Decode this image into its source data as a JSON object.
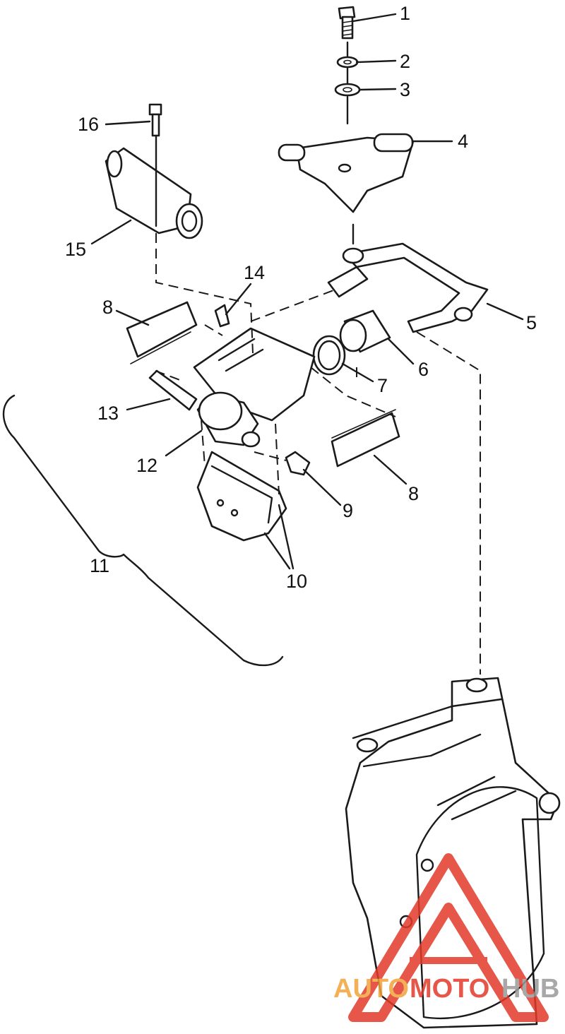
{
  "diagram": {
    "callouts": [
      {
        "id": "c1",
        "label": "1"
      },
      {
        "id": "c2",
        "label": "2"
      },
      {
        "id": "c3",
        "label": "3"
      },
      {
        "id": "c4",
        "label": "4"
      },
      {
        "id": "c5",
        "label": "5"
      },
      {
        "id": "c6",
        "label": "6"
      },
      {
        "id": "c7",
        "label": "7"
      },
      {
        "id": "c8a",
        "label": "8"
      },
      {
        "id": "c8b",
        "label": "8"
      },
      {
        "id": "c9",
        "label": "9"
      },
      {
        "id": "c10",
        "label": "10"
      },
      {
        "id": "c11",
        "label": "11"
      },
      {
        "id": "c12",
        "label": "12"
      },
      {
        "id": "c13",
        "label": "13"
      },
      {
        "id": "c14",
        "label": "14"
      },
      {
        "id": "c15",
        "label": "15"
      },
      {
        "id": "c16",
        "label": "16"
      }
    ]
  },
  "watermark": {
    "text_auto": "AUTO",
    "text_moto": "MOTO",
    "text_hub": "HUB",
    "colors": {
      "orange": "#f2a33a",
      "red": "#e23a2a",
      "gray": "#9a9a9a"
    }
  }
}
